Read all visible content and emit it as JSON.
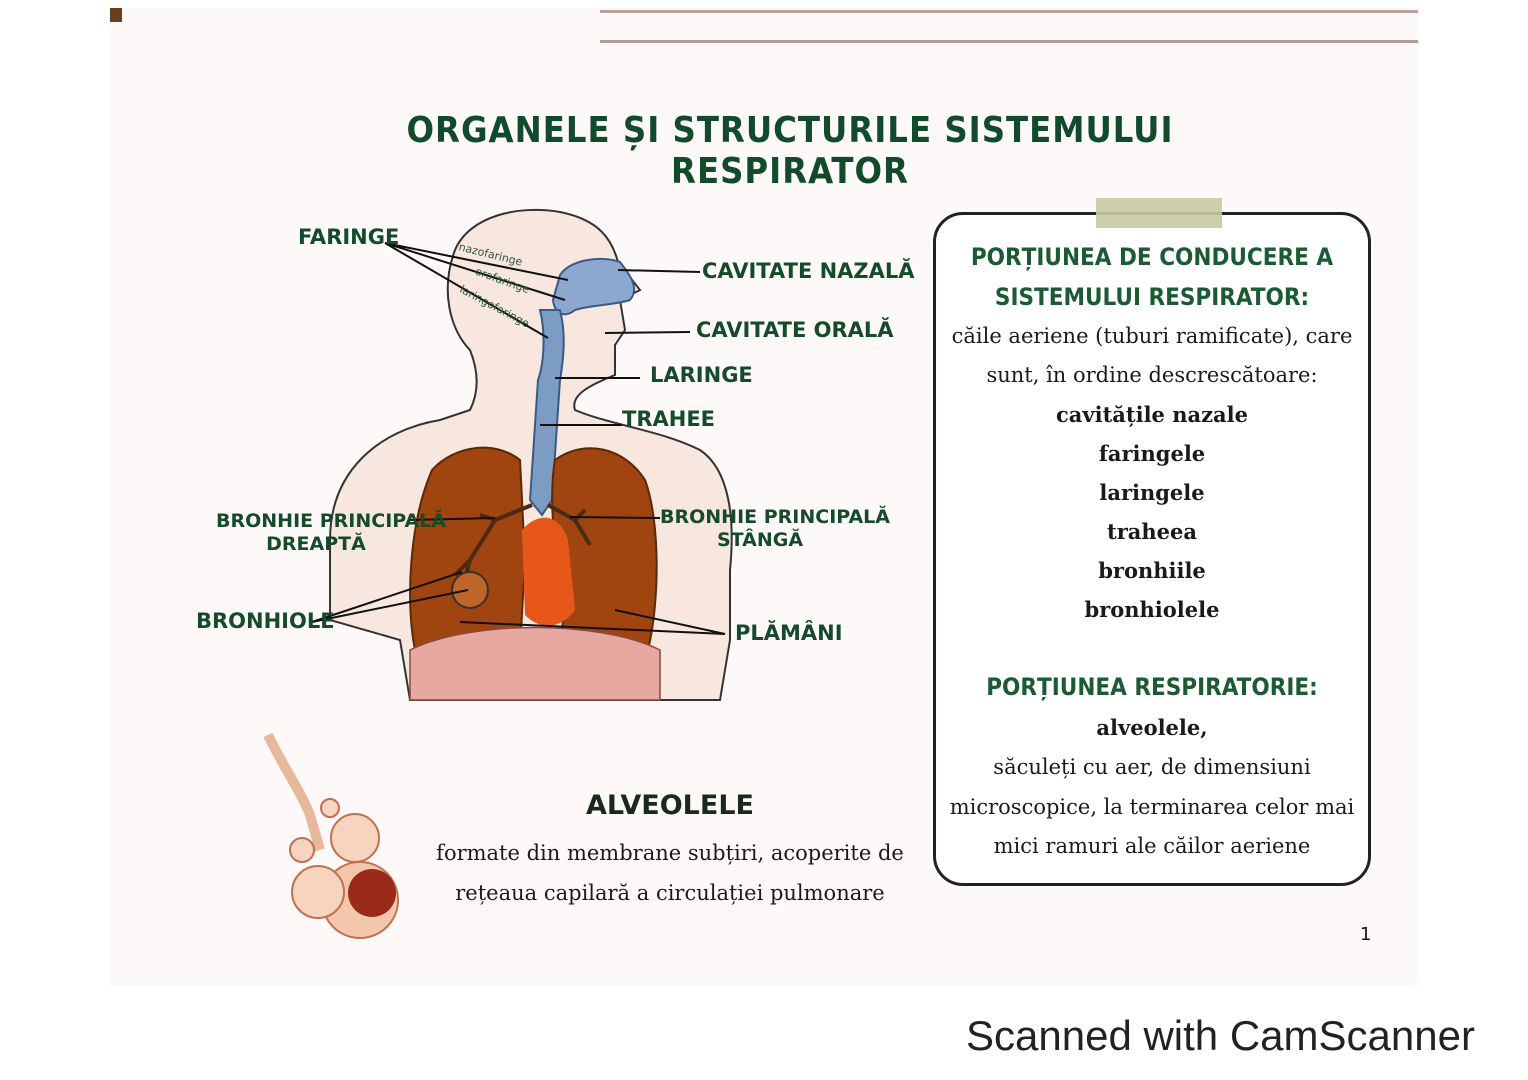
{
  "title": "ORGANELE ȘI STRUCTURILE SISTEMULUI RESPIRATOR",
  "labels": {
    "faringe": "FARINGE",
    "nazofaringe": "nazofaringe",
    "orofaringe": "orofaringe",
    "laringofaringe": "laringofaringe",
    "cavitate_nazala": "CAVITATE NAZALĂ",
    "cavitate_orala": "CAVITATE ORALĂ",
    "laringe": "LARINGE",
    "trahee": "TRAHEE",
    "bronhie_dreapta_1": "BRONHIE PRINCIPALĂ",
    "bronhie_dreapta_2": "DREAPTĂ",
    "bronhie_stanga_1": "BRONHIE PRINCIPALĂ",
    "bronhie_stanga_2": "STÂNGĂ",
    "bronhiole": "BRONHIOLE",
    "plamani": "PLĂMÂNI"
  },
  "alveole": {
    "title": "ALVEOLELE",
    "line1": "formate din membrane subțiri, acoperite de",
    "line2": "rețeaua capilară a circulației pulmonare"
  },
  "box": {
    "heading1_line1": "PORȚIUNEA DE CONDUCERE A",
    "heading1_line2": "SISTEMULUI RESPIRATOR:",
    "intro_line1": "căile aeriene (tuburi ramificate), care",
    "intro_line2": "sunt, în ordine descrescătoare:",
    "items": [
      "cavitățile nazale",
      "faringele",
      "laringele",
      "traheea",
      "bronhiile",
      "bronhiolele"
    ],
    "heading2": "PORȚIUNEA RESPIRATORIE:",
    "resp_bold": "alveolele,",
    "resp_line1": "săculeți cu aer, de dimensiuni",
    "resp_line2": "microscopice, la terminarea celor mai",
    "resp_line3": "mici ramuri ale căilor aeriene"
  },
  "page_number": "1",
  "watermark": "Scanned with CamScanner",
  "colors": {
    "title_green": "#124a2c",
    "lung": "#a0450f",
    "airway": "#7d9cc4",
    "heart": "#e8571a"
  }
}
